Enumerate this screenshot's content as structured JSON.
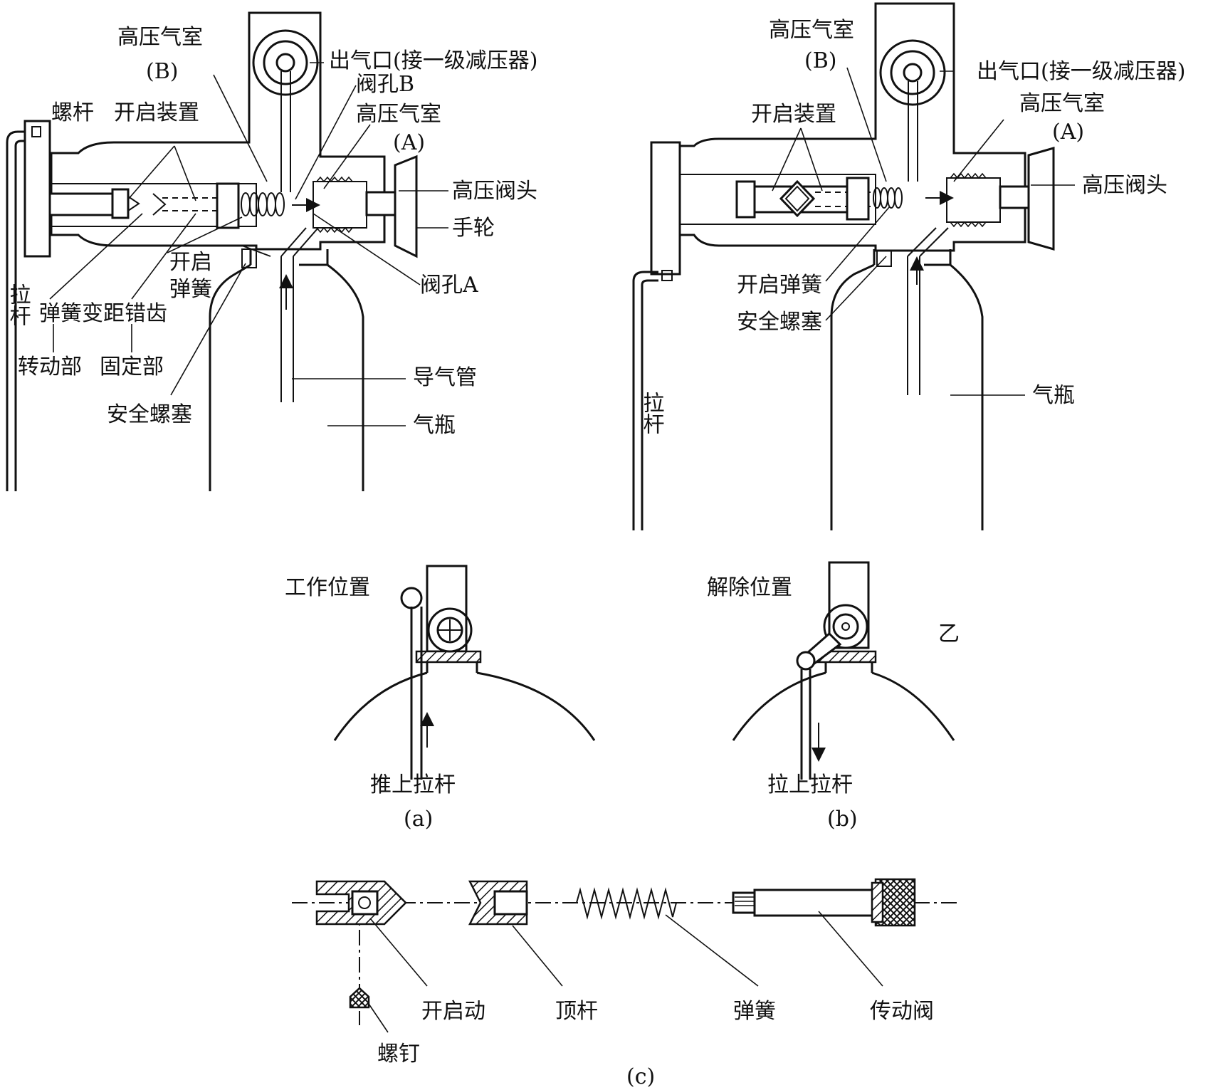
{
  "panel_a": {
    "chamber_b": "高压气室",
    "chamber_b_tag": "(B)",
    "screw_rod": "螺杆",
    "opening_device": "开启装置",
    "outlet": "出气口(接一级减压器)",
    "valve_hole_b": "阀孔B",
    "chamber_a": "高压气室",
    "chamber_a_tag": "(A)",
    "valve_head": "高压阀头",
    "handwheel": "手轮",
    "open_spring_1": "开启",
    "open_spring_2": "弹簧",
    "valve_hole_a": "阀孔A",
    "pull_rod": "拉杆",
    "spring_pitch_teeth": "弹簧变距错齿",
    "rotating_part": "转动部",
    "fixed_part": "固定部",
    "safety_plug": "安全螺塞",
    "air_tube": "导气管",
    "cylinder": "气瓶",
    "position": "工作位置",
    "action": "推上拉杆",
    "caption": "(a)"
  },
  "panel_b": {
    "chamber_b": "高压气室",
    "chamber_b_tag": "(B)",
    "outlet": "出气口(接一级减压器)",
    "opening_device": "开启装置",
    "chamber_a": "高压气室",
    "chamber_a_tag": "(A)",
    "valve_head": "高压阀头",
    "open_spring": "开启弹簧",
    "safety_plug": "安全螺塞",
    "pull_rod": "拉杆",
    "cylinder": "气瓶",
    "position": "解除位置",
    "action": "拉上拉杆",
    "caption": "(b)",
    "mark": "乙"
  },
  "panel_c": {
    "opener": "开启动",
    "push_rod": "顶杆",
    "spring": "弹簧",
    "drive_valve": "传动阀",
    "screw": "螺钉",
    "caption": "(c)"
  }
}
